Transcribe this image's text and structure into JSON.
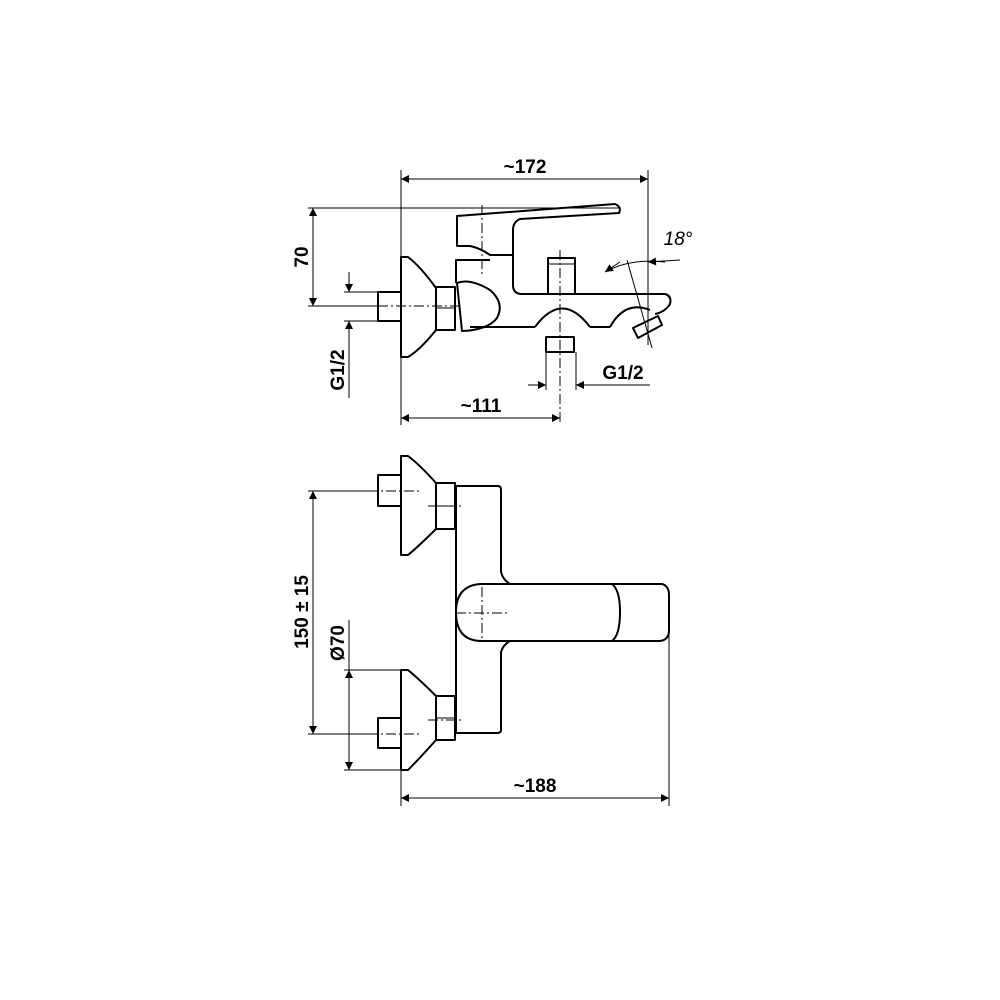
{
  "drawing": {
    "side_view": {
      "width_label": "~172",
      "height_label": "70",
      "angle_label": "18°",
      "inlet_thread_label": "G1/2",
      "outlet_thread_label": "G1/2",
      "outlet_distance_label": "~111"
    },
    "top_view": {
      "inlet_spacing_label": "150 ± 15",
      "escutcheon_diameter_label": "Ø70",
      "depth_label": "~188"
    },
    "line_color": "#000000",
    "background_color": "#ffffff"
  }
}
